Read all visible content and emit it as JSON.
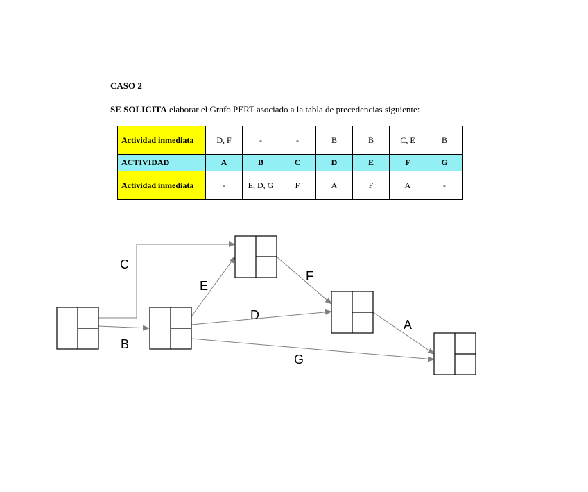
{
  "case_title": "CASO 2",
  "request": {
    "bold": "SE SOLICITA",
    "text": " elaborar el Grafo PERT asociado a la tabla de precedencias siguiente:"
  },
  "table": {
    "row1_header": "Actividad inmediata",
    "row1": [
      "D, F",
      "-",
      "-",
      "B",
      "B",
      "C, E",
      "B"
    ],
    "row2_header": "ACTIVIDAD",
    "row2": [
      "A",
      "B",
      "C",
      "D",
      "E",
      "F",
      "G"
    ],
    "row3_header": "Actividad inmediata",
    "row3": [
      "-",
      "E, D, G",
      "F",
      "A",
      "F",
      "A",
      "-"
    ]
  },
  "graph": {
    "activity_labels": {
      "C": "C",
      "E": "E",
      "F": "F",
      "D": "D",
      "A": "A",
      "B": "B",
      "G": "G"
    }
  }
}
